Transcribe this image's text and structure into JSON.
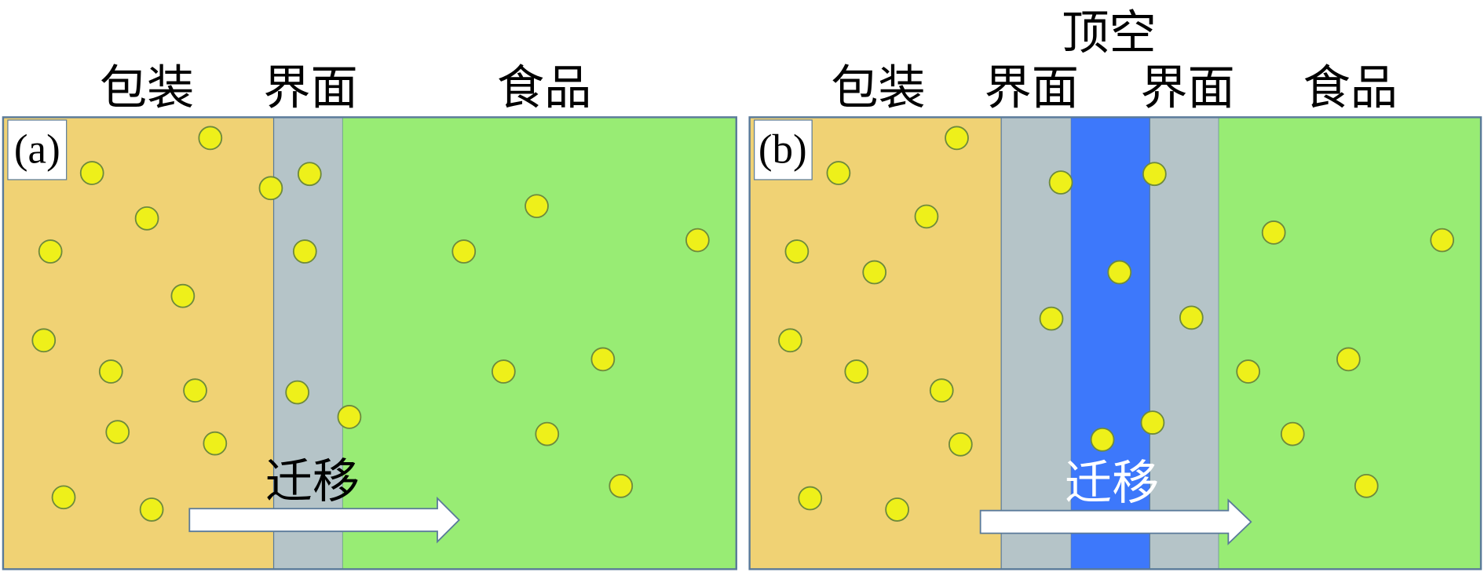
{
  "panel_a": {
    "tag": "(a)",
    "labels": {
      "packaging": "包装",
      "interface": "界面",
      "food": "食品"
    },
    "arrow_label": "迁移"
  },
  "panel_b": {
    "tag": "(b)",
    "labels": {
      "packaging": "包装",
      "interface_left": "界面",
      "headspace": "顶空",
      "interface_right": "界面",
      "food": "食品"
    },
    "arrow_label": "迁移"
  },
  "colors": {
    "packaging": "#F0D274",
    "interface": "#B5C4C8",
    "food": "#98EC74",
    "headspace": "#3D78FB",
    "particle": "#EEF01A",
    "particle_stroke": "#6E8A3C",
    "border": "#5A7A9A"
  }
}
